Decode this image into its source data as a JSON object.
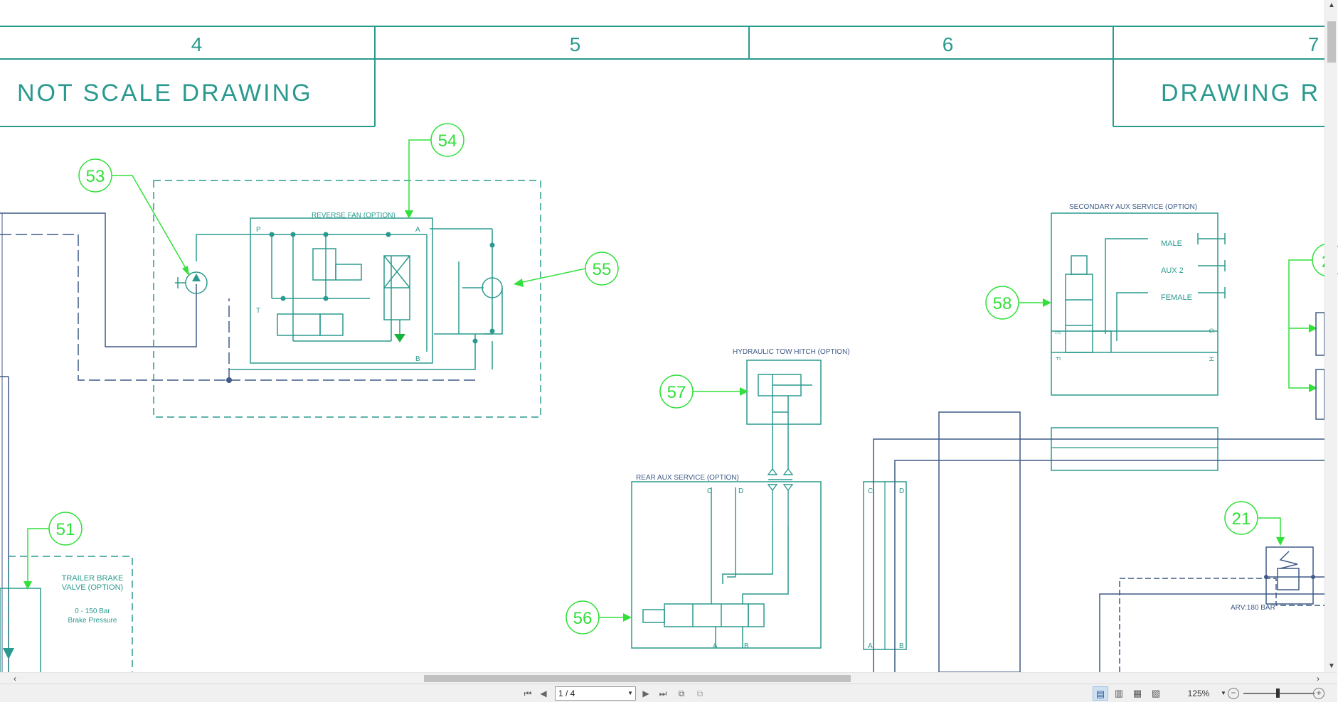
{
  "drawing": {
    "grid_columns": [
      "4",
      "5",
      "6",
      "7"
    ],
    "note_left": "NOT SCALE DRAWING",
    "note_right": "DRAWING R",
    "labels": {
      "reverse_fan": "REVERSE   FAN (OPTION)",
      "secondary_aux": "SECONDARY AUX SERVICE (OPTION)",
      "hydraulic_tow": "HYDRAULIC TOW HITCH (OPTION)",
      "rear_aux": "REAR AUX SERVICE (OPTION)",
      "trailer_brake_1": "TRAILER BRAKE",
      "trailer_brake_2": "VALVE (OPTION)",
      "brake_pressure_1": "0  -  150   Bar",
      "brake_pressure_2": "Brake Pressure",
      "arv": "ARV:180 BAR",
      "male": "MALE",
      "aux2": "AUX  2",
      "female": "FEMALE",
      "port_p": "P",
      "port_a": "A",
      "port_t": "T",
      "port_b": "B",
      "port_c": "C",
      "port_d": "D",
      "port_e": "E",
      "port_f": "F",
      "port_g": "G",
      "port_h": "H"
    },
    "balloons": {
      "b53": "53",
      "b54": "54",
      "b55": "55",
      "b58": "58",
      "b57": "57",
      "b56": "56",
      "b51": "51",
      "b21": "21",
      "b2x": "2"
    },
    "colors": {
      "teal": "#2a9a8e",
      "green": "#16b33f",
      "navy": "#3f5a86",
      "callout": "#31e03a"
    }
  },
  "toolbar": {
    "first_page_icon": "first-page-icon",
    "prev_page_icon": "prev-page-icon",
    "page_indicator": "1 / 4",
    "next_page_icon": "next-page-icon",
    "last_page_icon": "last-page-icon",
    "zoom_level": "125%"
  }
}
